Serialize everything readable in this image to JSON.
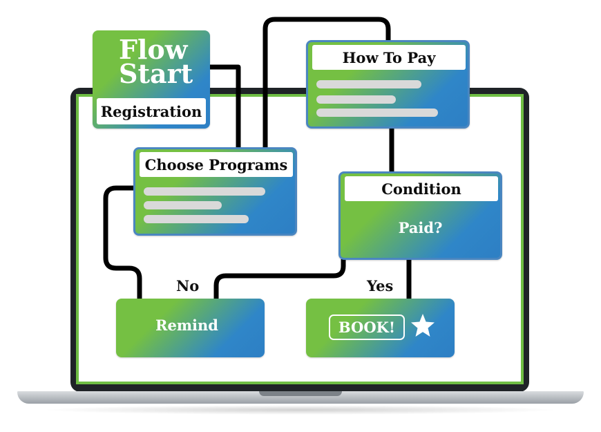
{
  "flow_start": {
    "title_line1": "Flow",
    "title_line2": "Start",
    "label": "Registration"
  },
  "how_to_pay": {
    "label": "How To Pay"
  },
  "choose_programs": {
    "label": "Choose Programs"
  },
  "condition": {
    "label": "Condition",
    "question": "Paid?"
  },
  "branches": {
    "no": "No",
    "yes": "Yes"
  },
  "remind": {
    "label": "Remind"
  },
  "book": {
    "label": "BOOK!",
    "icon": "star-icon"
  },
  "colors": {
    "green": "#75c043",
    "blue": "#2f86c8",
    "connector": "#000000",
    "placeholder_bar": "#d9d9d9"
  }
}
